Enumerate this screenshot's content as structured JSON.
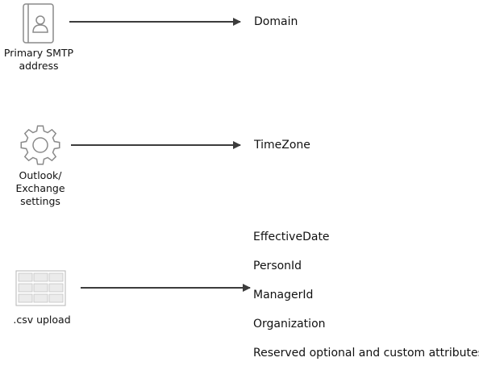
{
  "sources": {
    "smtp": {
      "icon": "contact-card-icon",
      "label_lines": [
        "Primary SMTP",
        "address"
      ]
    },
    "settings": {
      "icon": "gear-icon",
      "label_lines": [
        "Outlook/",
        "Exchange",
        "settings"
      ]
    },
    "csv": {
      "icon": "spreadsheet-grid-icon",
      "label_lines": [
        ".csv upload"
      ]
    }
  },
  "targets": {
    "domain": "Domain",
    "timezone": "TimeZone",
    "csv_fields": [
      "EffectiveDate",
      "PersonId",
      "ManagerId",
      "Organization",
      "Reserved optional and custom attributes"
    ]
  },
  "colors": {
    "arrow": "#3c3c3c",
    "icon_stroke": "#8a8a8a",
    "icon_fill": "#ebebeb",
    "text": "#111111"
  }
}
